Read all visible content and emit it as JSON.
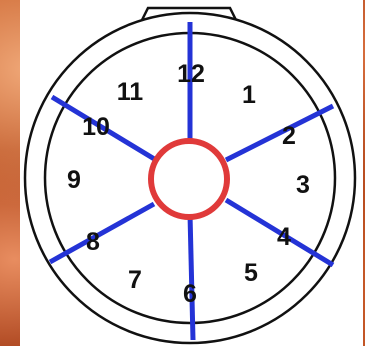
{
  "numbers": [
    "1",
    "2",
    "3",
    "4",
    "5",
    "6",
    "7",
    "8",
    "9",
    "10",
    "11",
    "12"
  ],
  "colors": {
    "outline": "#111111",
    "spokes": "#2433d6",
    "center_ring": "#e03a3a",
    "face": "#ffffff",
    "background": "#b8431a"
  }
}
